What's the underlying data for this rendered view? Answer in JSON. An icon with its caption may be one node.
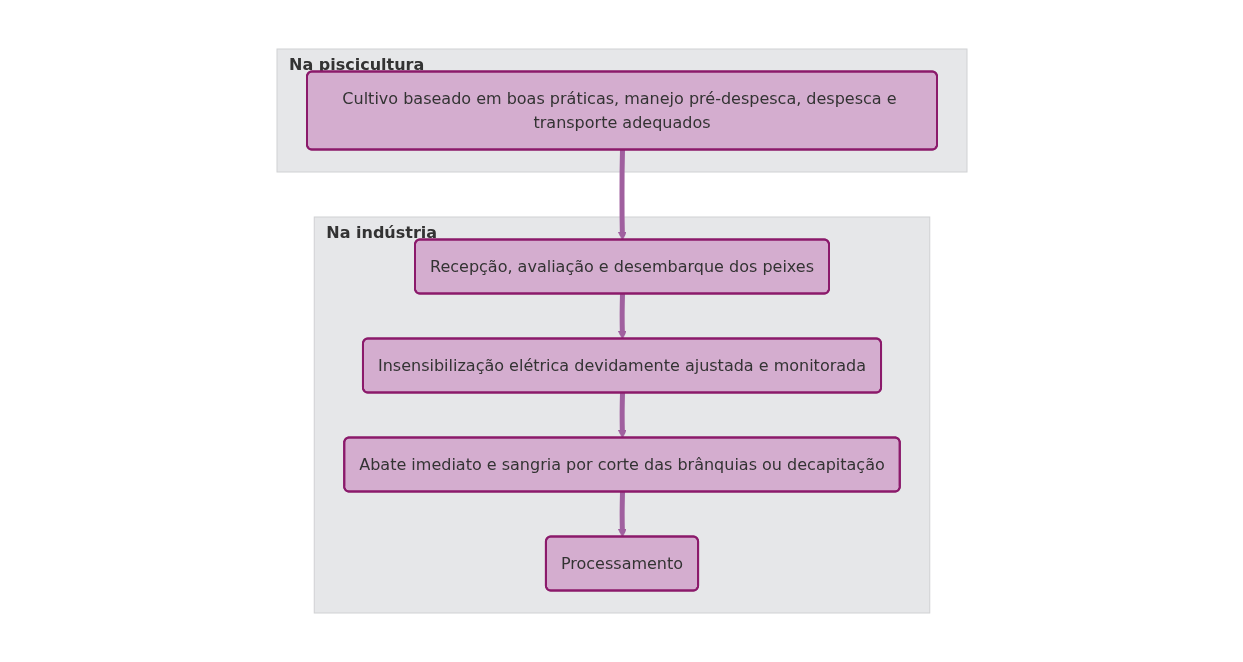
{
  "diagram": {
    "nodes": [
      {
        "text": [
          "Na piscicultura"
        ]
      },
      {
        "text": [
          "Cultivo baseado em boas práticas, manejo pré-despesca, despesca e transporte adequados"
        ],
        "in": 0
      },
      {
        "text": [
          "Na indústria"
        ]
      },
      {
        "text": [
          "Recepção, avaliação e desembarque dos peixes"
        ],
        "in": 2
      },
      {
        "text": [
          "Insensibilização elétrica devidamente ajustada e monitorada"
        ],
        "in": 2
      },
      {
        "text": [
          "Abate imediato e sangria por corte das brânquias ou decapitação"
        ],
        "in": 2
      },
      {
        "text": [
          "Processamento"
        ],
        "in": 2
      }
    ],
    "edges": [
      {
        "from": 1,
        "to": 3,
        "arrow": "to"
      },
      {
        "from": 3,
        "to": 4,
        "arrow": "to"
      },
      {
        "from": 4,
        "to": 5,
        "arrow": "to"
      },
      {
        "from": 5,
        "to": 6,
        "arrow": "to"
      }
    ]
  }
}
